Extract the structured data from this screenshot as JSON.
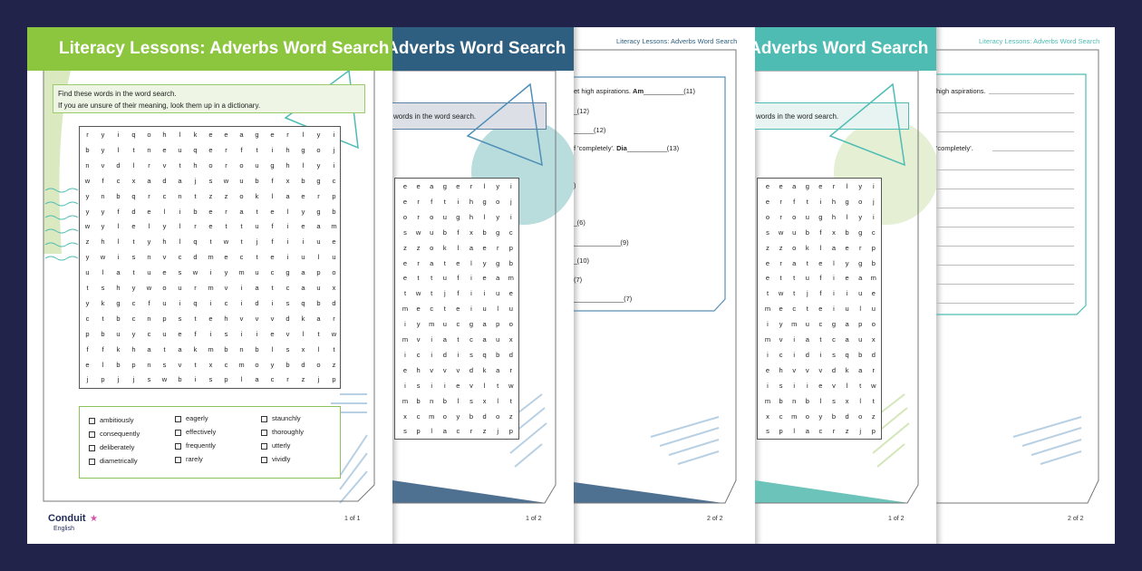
{
  "colors": {
    "background": "#21234a",
    "green": "#8cc63f",
    "blue": "#2f5f80",
    "teal": "#4fbcb4",
    "navy": "#1d2a56",
    "pink": "#d651a8"
  },
  "title": "Literacy Lessons: Adverbs Word Search",
  "instructions": {
    "line1": "Find these words in the word search.",
    "line2": "If you are unsure of their meaning, look them up in a dictionary.",
    "partial": "words in the word search."
  },
  "grid_rows": [
    "ryiqohlkeeagerlyi",
    "byltneuqerftihgoj",
    "nvdlrvthoroughlyi",
    "wfcxadajswubfxbgc",
    "ynbqrcntzzoklaerp",
    "yyfdeliberatelygb",
    "wylelylrettufieam",
    "zhltyhlqtwtjfiiue",
    "ywisnvcdmecteiulu",
    "ulatueswiymucgapo",
    "tshywourmviatcaux",
    "ykgcfuiqicidisqbd",
    "ctbcnpstehvvvdkar",
    "pbuycuefisiievltw",
    "ffkhatakmbnblsxlt",
    "elbpnsvtxcmoybdoz",
    "jpjjswbisplacrzjp"
  ],
  "word_list": [
    "ambitiously",
    "consequently",
    "deliberately",
    "diametrically",
    "eagerly",
    "effectively",
    "frequently",
    "rarely",
    "staunchly",
    "thoroughly",
    "utterly",
    "vividly"
  ],
  "questions": [
    {
      "text": "et high aspirations. ",
      "bold": "Am",
      "blank": "____________",
      "count": "(11)"
    },
    {
      "text": "",
      "bold": "",
      "blank": "_",
      "count": "(12)"
    },
    {
      "text": "",
      "bold": "",
      "blank": "______",
      "count": "(12)"
    },
    {
      "text": "f 'completely'. ",
      "bold": "Dia",
      "blank": "____________",
      "count": "(13)"
    },
    {
      "text": "",
      "bold": "",
      "blank": "",
      "count": ")"
    },
    {
      "text": "",
      "bold": "",
      "blank": "_",
      "count": "(6)"
    },
    {
      "text": "",
      "bold": "",
      "blank": "______________",
      "count": "(9)"
    },
    {
      "text": "",
      "bold": "",
      "blank": "_",
      "count": "(10)"
    },
    {
      "text": "",
      "bold": "",
      "blank": "",
      "count": "(7)"
    },
    {
      "text": "",
      "bold": "",
      "blank": "_______________",
      "count": "(7)"
    }
  ],
  "answer_prompts": {
    "first": "high aspirations.",
    "fourth": "'completely'."
  },
  "logo": {
    "name": "Conduit",
    "sub": "English",
    "star": "★"
  },
  "pages": {
    "p1": "1 of 1",
    "p2": "1 of 2",
    "p3": "2 of 2",
    "p4": "1 of 2",
    "p5": "2 of 2"
  }
}
